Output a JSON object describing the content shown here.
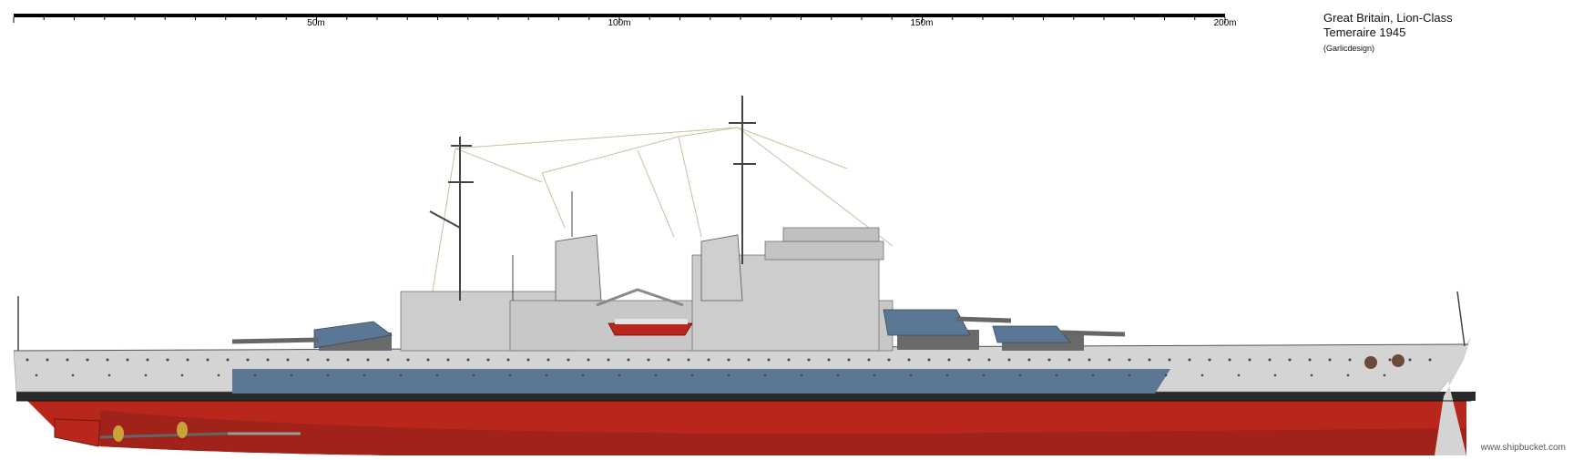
{
  "scale_bar": {
    "labels": [
      "50m",
      "100m",
      "150m",
      "200m"
    ]
  },
  "title": {
    "line1": "Great Britain, Lion-Class",
    "line2": "Temeraire 1945",
    "credit": "(Garlicdesign)"
  },
  "watermark": "www.shipbucket.com",
  "colors": {
    "hull_light": "#d4d4d4",
    "hull_camo_blue": "#5b7793",
    "boot_topping": "#2a2a2a",
    "lower_hull": "#b8261c",
    "superstructure": "#cdcdcd",
    "turret_blue": "#5a7896",
    "rigging": "#c8c0a0",
    "propeller": "#c9a23a"
  }
}
